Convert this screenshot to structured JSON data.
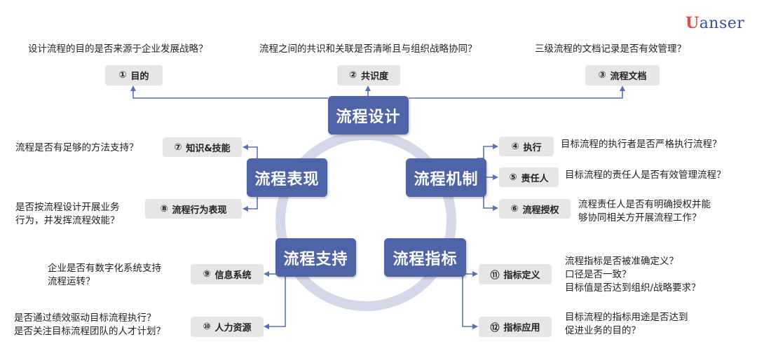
{
  "logo": {
    "prefix": "U",
    "rest": "anser"
  },
  "hubs": {
    "design": "流程设计",
    "mechanism": "流程机制",
    "performance": "流程表现",
    "support": "流程支持",
    "indicator": "流程指标"
  },
  "items": {
    "purpose": {
      "num": "①",
      "label": "目的",
      "question": [
        "设计流程的目的是否来源于企业发展战略？"
      ]
    },
    "consensus": {
      "num": "②",
      "label": "共识度",
      "question": [
        "流程之间的共识和关联是否清晰且与组织战略协同？"
      ]
    },
    "docs": {
      "num": "③",
      "label": "流程文档",
      "question": [
        "三级流程的文档记录是否有效管理？"
      ]
    },
    "execution": {
      "num": "④",
      "label": "执行",
      "question": [
        "目标流程的执行者是否严格执行流程？"
      ]
    },
    "owner": {
      "num": "⑤",
      "label": "责任人",
      "question": [
        "目标流程的责任人是否有效管理流程？"
      ]
    },
    "authorization": {
      "num": "⑥",
      "label": "流程授权",
      "question": [
        "流程责任人是否有明确授权并能",
        "够协同相关方开展流程工作？"
      ]
    },
    "knowledge": {
      "num": "⑦",
      "label": "知识&技能",
      "question": [
        "流程是否有足够的方法支持？"
      ]
    },
    "behavior": {
      "num": "⑧",
      "label": "流程行为表现",
      "question": [
        "是否按流程设计开展业务",
        "行为，并发挥流程效能？"
      ]
    },
    "infosys": {
      "num": "⑨",
      "label": "信息系统",
      "question": [
        "企业是否有数字化系统支持",
        "流程运转？"
      ]
    },
    "hr": {
      "num": "⑩",
      "label": "人力资源",
      "question": [
        "是否通过绩效驱动目标流程执行？",
        "是否关注目标流程团队的人才计划？"
      ]
    },
    "indicator_def": {
      "num": "⑪",
      "label": "指标定义",
      "question": [
        "流程指标是否被准确定义？",
        "口径是否一致？",
        "目标值是否达到组织/战略要求？"
      ]
    },
    "indicator_use": {
      "num": "⑫",
      "label": "指标应用",
      "question": [
        "目标流程的指标用途是否达到",
        "促进业务的目的？"
      ]
    }
  },
  "colors": {
    "hub": "#4e63a8",
    "ring": "#d4d8e8",
    "connector": "#5a6fb3",
    "pill": "#e6e6e6",
    "logo_accent": "#e34b3c"
  }
}
